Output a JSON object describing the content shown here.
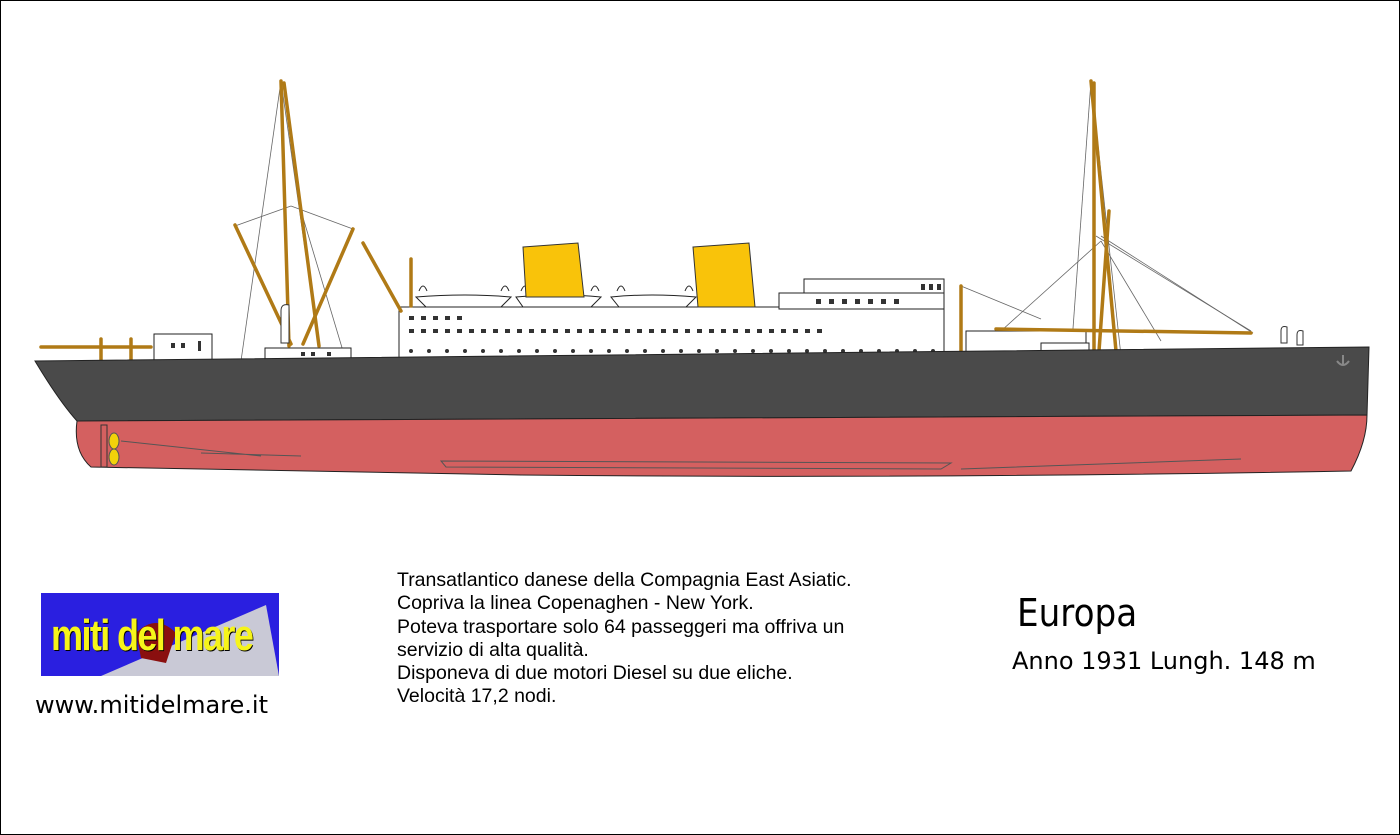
{
  "drawing": {
    "hull_upper_color": "#4a4a4a",
    "hull_lower_color": "#d46060",
    "funnel_color": "#f9c30a",
    "superstructure_color": "#ffffff",
    "mast_color": "#b07a16",
    "propeller_color": "#f2d20a"
  },
  "logo": {
    "text": "miti del mare",
    "background_color": "#2a1fe0",
    "text_color": "#f6f41a"
  },
  "site_url": "www.mitidelmare.it",
  "description": {
    "lines": [
      "Transatlantico danese della Compagnia East Asiatic.",
      "Copriva la linea Copenaghen - New York.",
      "Poteva trasportare solo 64 passeggeri ma offriva un",
      "servizio di alta qualità.",
      "Disponeva di due motori Diesel su due eliche.",
      "Velocità 17,2 nodi."
    ]
  },
  "ship": {
    "name": "Europa",
    "specs": "Anno 1931  Lungh. 148 m"
  }
}
